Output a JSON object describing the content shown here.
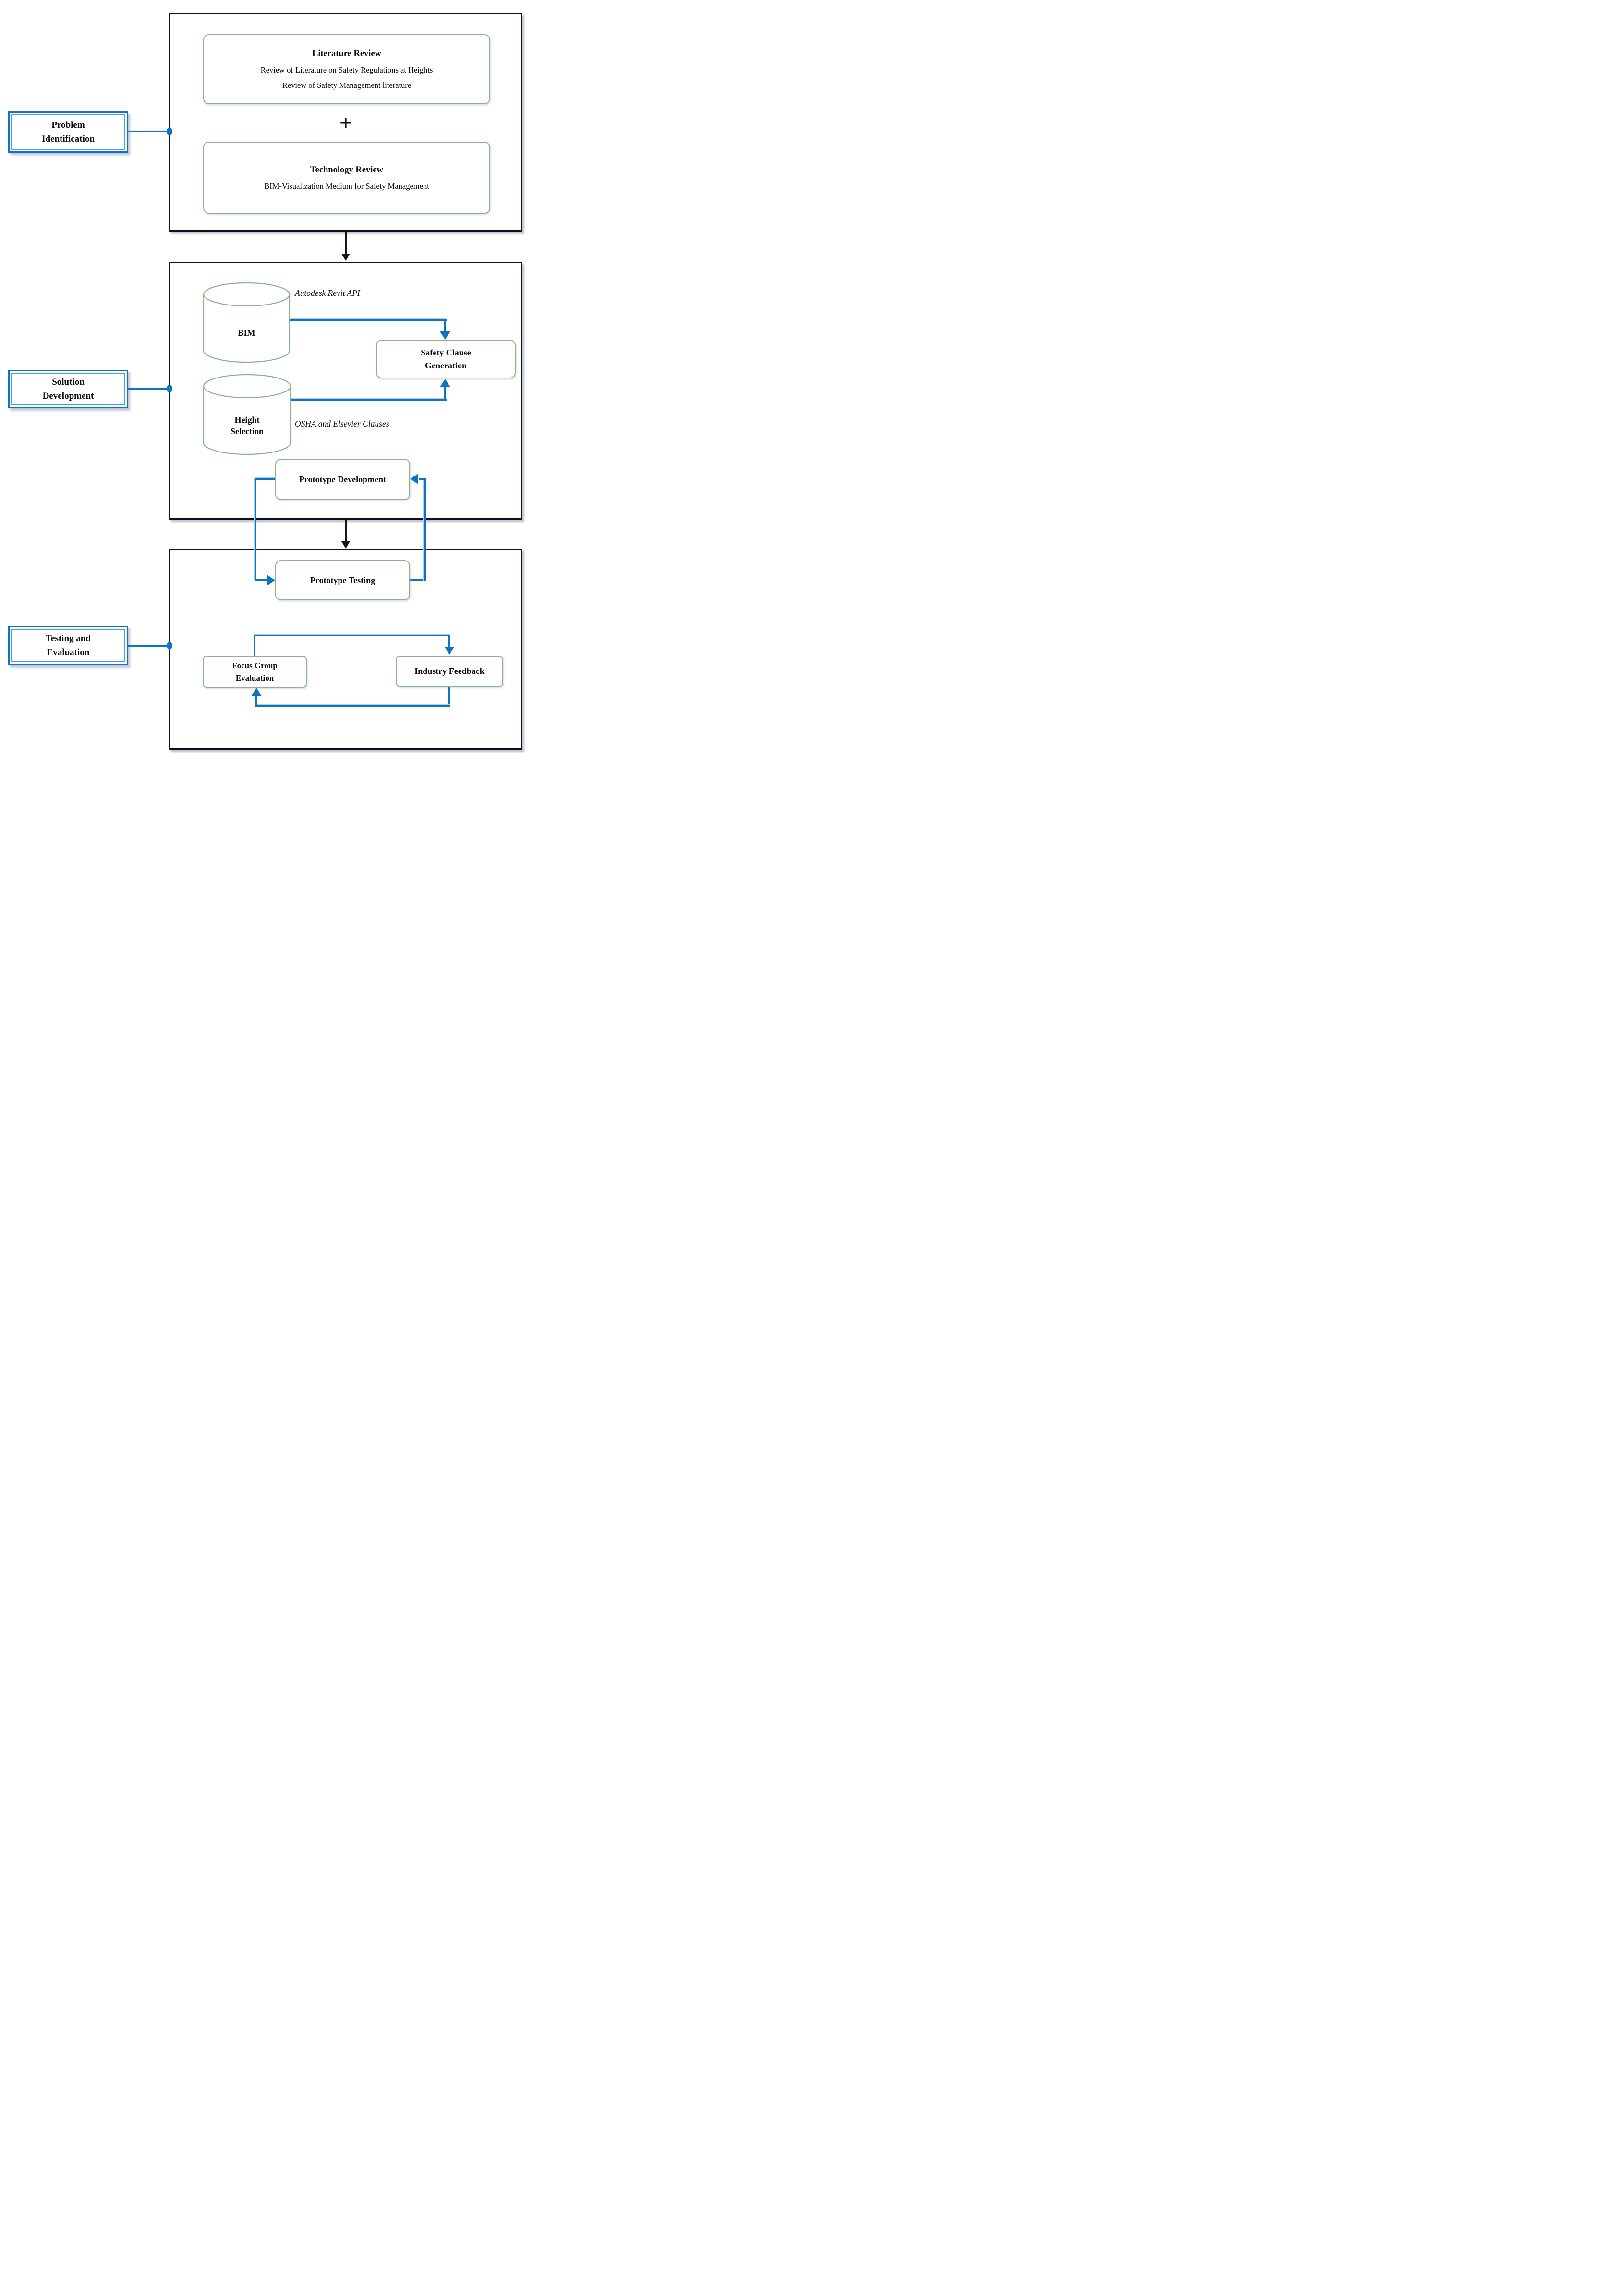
{
  "phase_labels": [
    {
      "line1": "Problem",
      "line2": "Identification"
    },
    {
      "line1": "Solution",
      "line2": "Development"
    },
    {
      "line1": "Testing and",
      "line2": "Evaluation"
    }
  ],
  "phase1": {
    "literature_review": {
      "title": "Literature Review",
      "line1": "Review of Literature on Safety Regulations at Heights",
      "line2": "Review of Safety Management literature"
    },
    "plus_sign": "+",
    "technology_review": {
      "title": "Technology Review",
      "line1": "BIM-Visualization Medium for Safety Management"
    }
  },
  "phase2": {
    "bim_label": "BIM",
    "bim_annotation": "Autodesk Revit API",
    "height_selection": {
      "line1": "Height",
      "line2": "Selection"
    },
    "height_annotation": "OSHA and Elsevier Clauses",
    "safety_clause_generation": {
      "line1": "Safety Clause",
      "line2": "Generation"
    },
    "prototype_development": "Prototype Development"
  },
  "phase3": {
    "prototype_testing": "Prototype Testing",
    "focus_group_evaluation": {
      "line1": "Focus Group",
      "line2": "Evaluation"
    },
    "industry_feedback": "Industry Feedback"
  },
  "colors": {
    "arrow_blue": "#0e74c0",
    "highlight_blue": "#a6d2f2",
    "node_green_border": "#8ab48a",
    "frame_black": "#10101a",
    "label_border_blue": "#1272c2"
  }
}
